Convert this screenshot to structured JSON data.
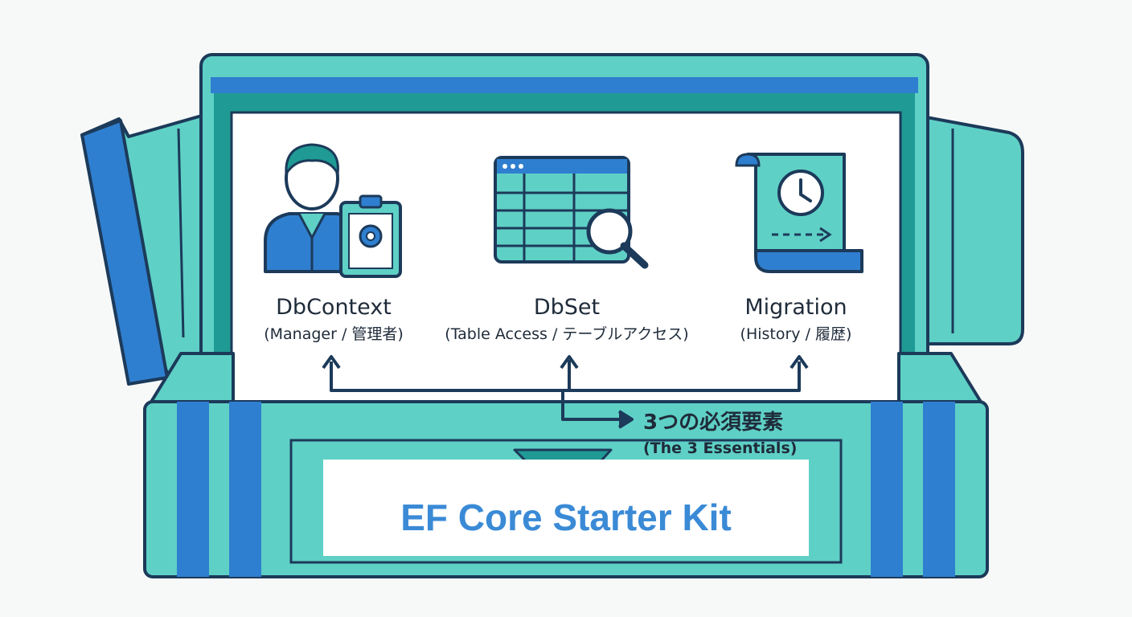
{
  "colors": {
    "blue": "#2f7fd0",
    "teal": "#5fd0c6",
    "dark_teal": "#1f9a94",
    "outline": "#1c3a5a",
    "text": "#1f2b3a",
    "title": "#3a8ad6"
  },
  "components": [
    {
      "name": "DbContext",
      "subtitle": "(Manager / 管理者)",
      "icon": "manager-clipboard-gear-icon"
    },
    {
      "name": "DbSet",
      "subtitle": "(Table Access / テーブルアクセス)",
      "icon": "table-magnifier-icon"
    },
    {
      "name": "Migration",
      "subtitle": "(History / 履歴)",
      "icon": "scroll-clock-arrow-icon"
    }
  ],
  "essentials": {
    "title": "3つの必須要素",
    "subtitle": "(The 3 Essentials)"
  },
  "kit": {
    "title": "EF Core Starter Kit"
  }
}
